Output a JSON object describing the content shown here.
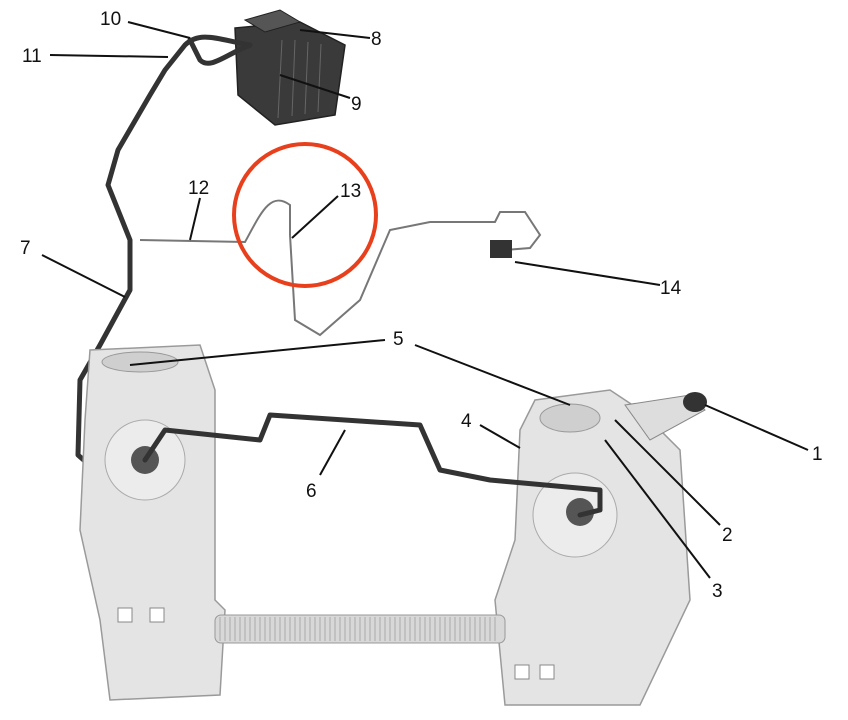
{
  "diagram": {
    "callouts": [
      "1",
      "2",
      "3",
      "4",
      "5",
      "6",
      "7",
      "8",
      "9",
      "10",
      "11",
      "12",
      "13",
      "14"
    ],
    "highlight_color": "#e8401c",
    "highlighted_callout": "13"
  }
}
